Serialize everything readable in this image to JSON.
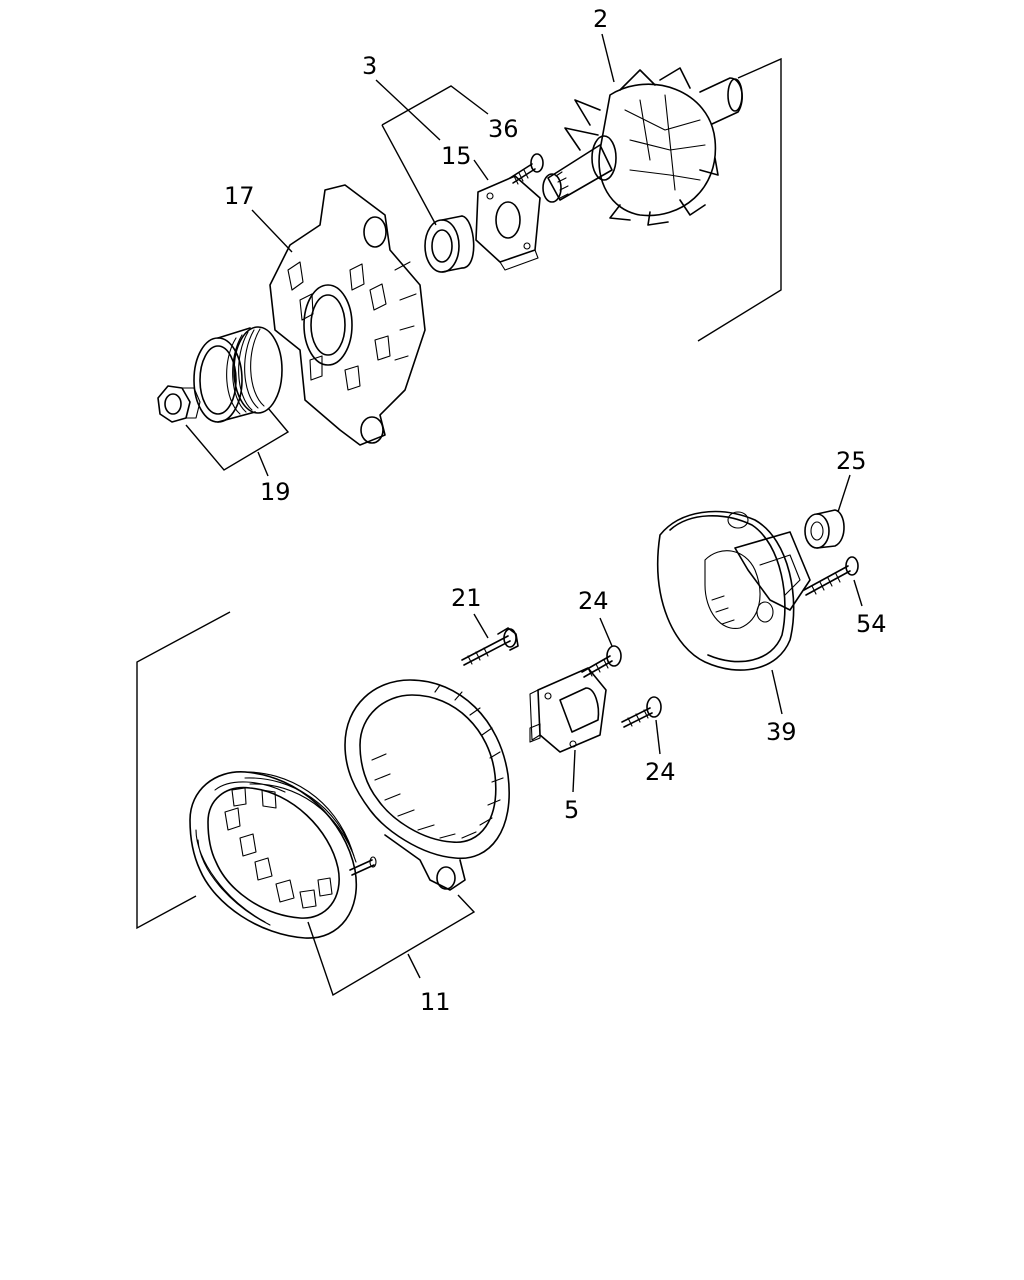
{
  "callouts": {
    "c2": "2",
    "c3": "3",
    "c36": "36",
    "c15": "15",
    "c17": "17",
    "c19": "19",
    "c25": "25",
    "c21": "21",
    "c24a": "24",
    "c54": "54",
    "c39": "39",
    "c24b": "24",
    "c5": "5",
    "c11": "11"
  }
}
